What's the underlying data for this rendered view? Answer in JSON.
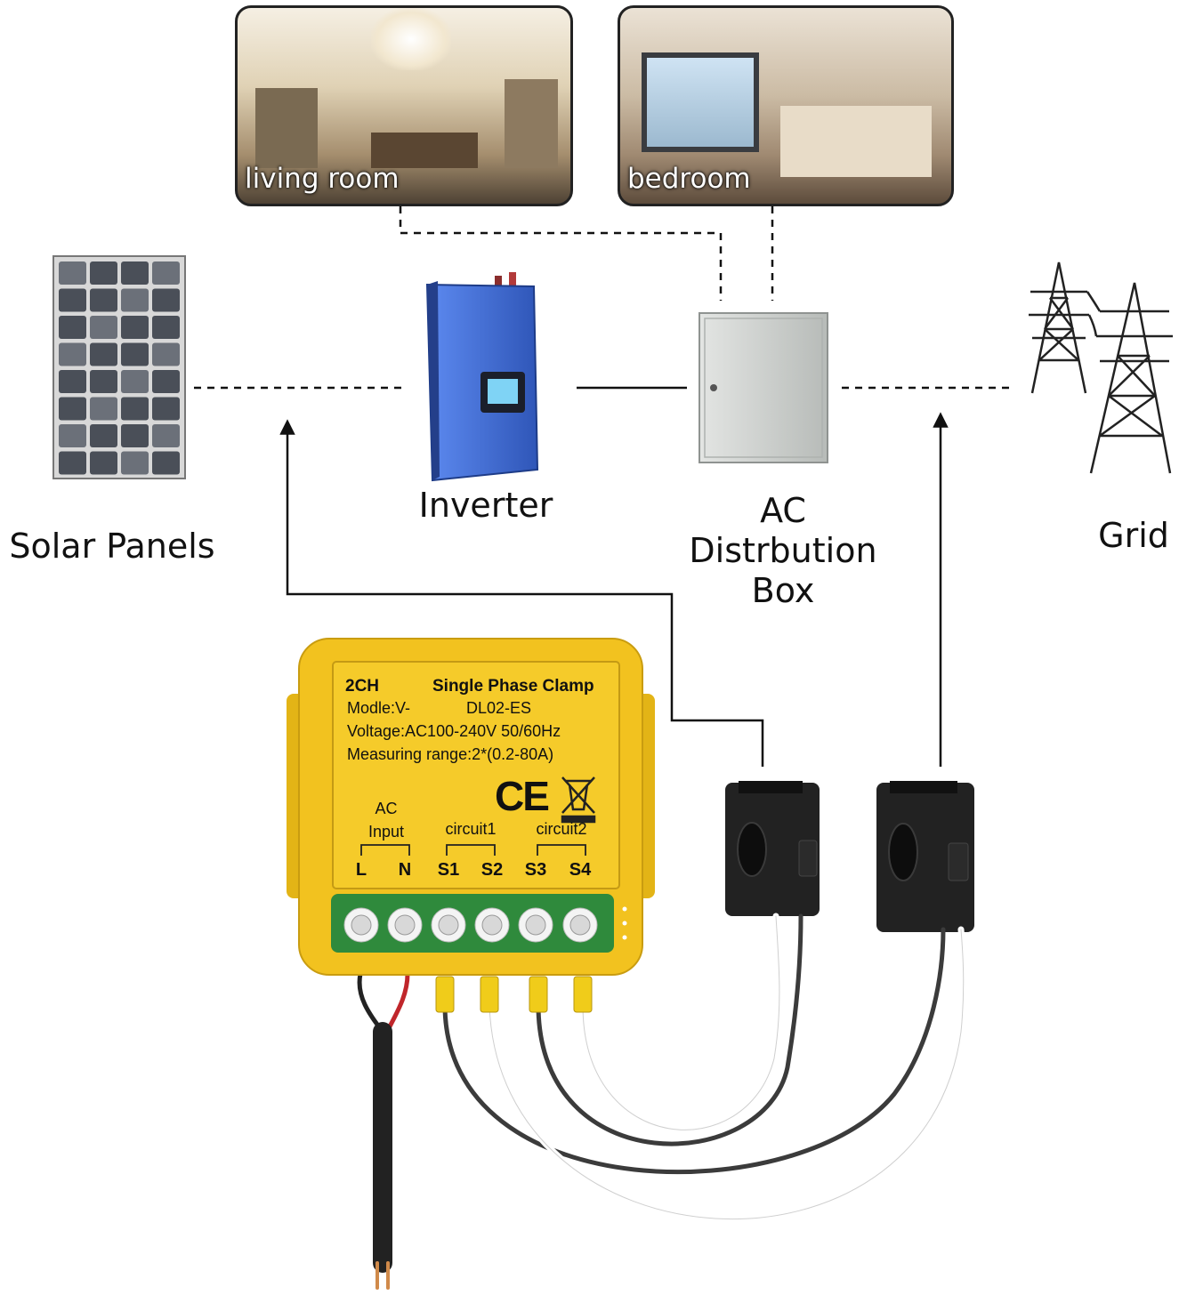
{
  "rooms": {
    "living_room": "living room",
    "bedroom": "bedroom"
  },
  "components": {
    "solar_panels": "Solar Panels",
    "inverter": "Inverter",
    "ac_box": [
      "AC",
      "Distrbution",
      "Box"
    ],
    "grid": "Grid"
  },
  "device": {
    "channels": "2CH",
    "type": "Single Phase Clamp",
    "model_label": "Modle:V-",
    "model_value": "DL02-ES",
    "voltage": "Voltage:AC100-240V 50/60Hz",
    "range": "Measuring range:2*(0.2-80A)",
    "ce_mark": "CE",
    "group_ac": [
      "AC",
      "Input"
    ],
    "group_c1": "circuit1",
    "group_c2": "circuit2",
    "terminals": [
      "L",
      "N",
      "S1",
      "S2",
      "S3",
      "S4"
    ]
  },
  "colors": {
    "device_body": "#f2c21f",
    "terminal_block": "#2f8a3c",
    "inverter": "#3f6fd6",
    "box": "#c9ccca"
  }
}
